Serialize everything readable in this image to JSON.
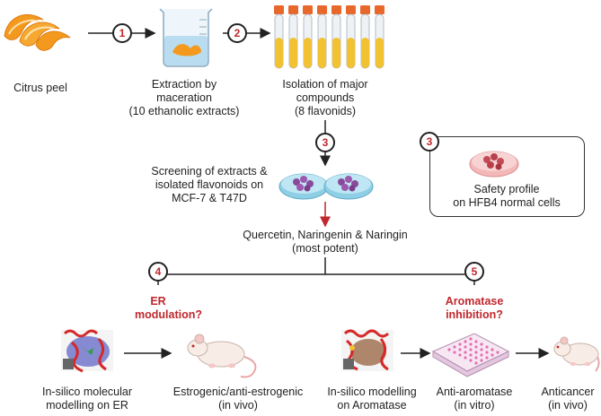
{
  "steps": {
    "s1": "1",
    "s2": "2",
    "s3a": "3",
    "s3b": "3",
    "s4": "4",
    "s5": "5"
  },
  "labels": {
    "citrus_peel": "Citrus peel",
    "extraction": [
      "Extraction by",
      "maceration",
      "(10 ethanolic extracts)"
    ],
    "isolation": [
      "Isolation of major",
      "compounds",
      "(8 flavonids)"
    ],
    "screening": [
      "Screening of extracts &",
      "isolated flavonoids on",
      "MCF-7 & T47D"
    ],
    "safety": [
      "Safety profile",
      "on HFB4 normal cells"
    ],
    "most_potent": [
      "Quercetin, Naringenin & Naringin",
      "(most potent)"
    ],
    "er_modulation": [
      "ER",
      "modulation?"
    ],
    "aromatase_inhibition": [
      "Aromatase",
      "inhibition?"
    ],
    "insilico_er": [
      "In-silico molecular",
      "modelling on ER"
    ],
    "estrogenic": [
      "Estrogenic/anti-estrogenic",
      "(in vivo)"
    ],
    "insilico_aromatase": [
      "In-silico modelling",
      "on Aromatase"
    ],
    "anti_aromatase": [
      "Anti-aromatase",
      "(in vitro)"
    ],
    "anticancer": [
      "Anticancer",
      "(in vivo)"
    ]
  },
  "colors": {
    "accent_red": "#c0272d",
    "tube_liquid": "#f2c232",
    "tube_cap": "#e8672a",
    "dish_fill": "#8ecfe6",
    "cell_purple": "#8a4a9c",
    "peel_orange": "#f39a1e"
  }
}
